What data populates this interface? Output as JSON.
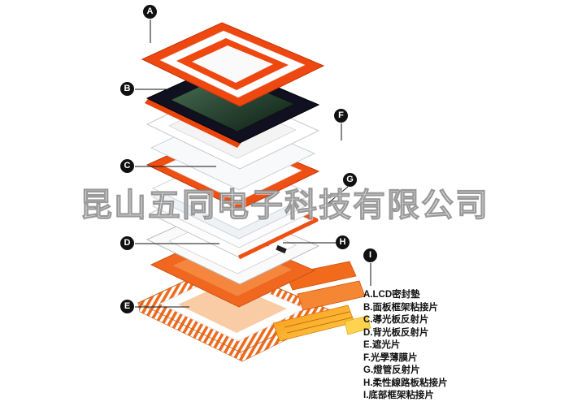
{
  "watermark": {
    "text": "昆山五同电子科技有限公司"
  },
  "markers": [
    {
      "letter": "A"
    },
    {
      "letter": "B"
    },
    {
      "letter": "C"
    },
    {
      "letter": "D"
    },
    {
      "letter": "E"
    },
    {
      "letter": "F"
    },
    {
      "letter": "G"
    },
    {
      "letter": "H"
    },
    {
      "letter": "I"
    }
  ],
  "legend": {
    "items": [
      "A.LCD密封墊",
      "B.面板框架粘接片",
      "C.導光板反射片",
      "D.背光板反射片",
      "E.遮光片",
      "F.光學薄膜片",
      "G.燈管反射片",
      "H.柔性線路板粘接片",
      "I.底部框架粘接片"
    ]
  },
  "colors": {
    "accent_orange": "#ee4710",
    "ribbon_orange": "#f7941d",
    "ribbon_yellow": "#ffd34d",
    "panel_dark": "#101020",
    "screen_green": "#23402f",
    "marker_black": "#111111"
  }
}
